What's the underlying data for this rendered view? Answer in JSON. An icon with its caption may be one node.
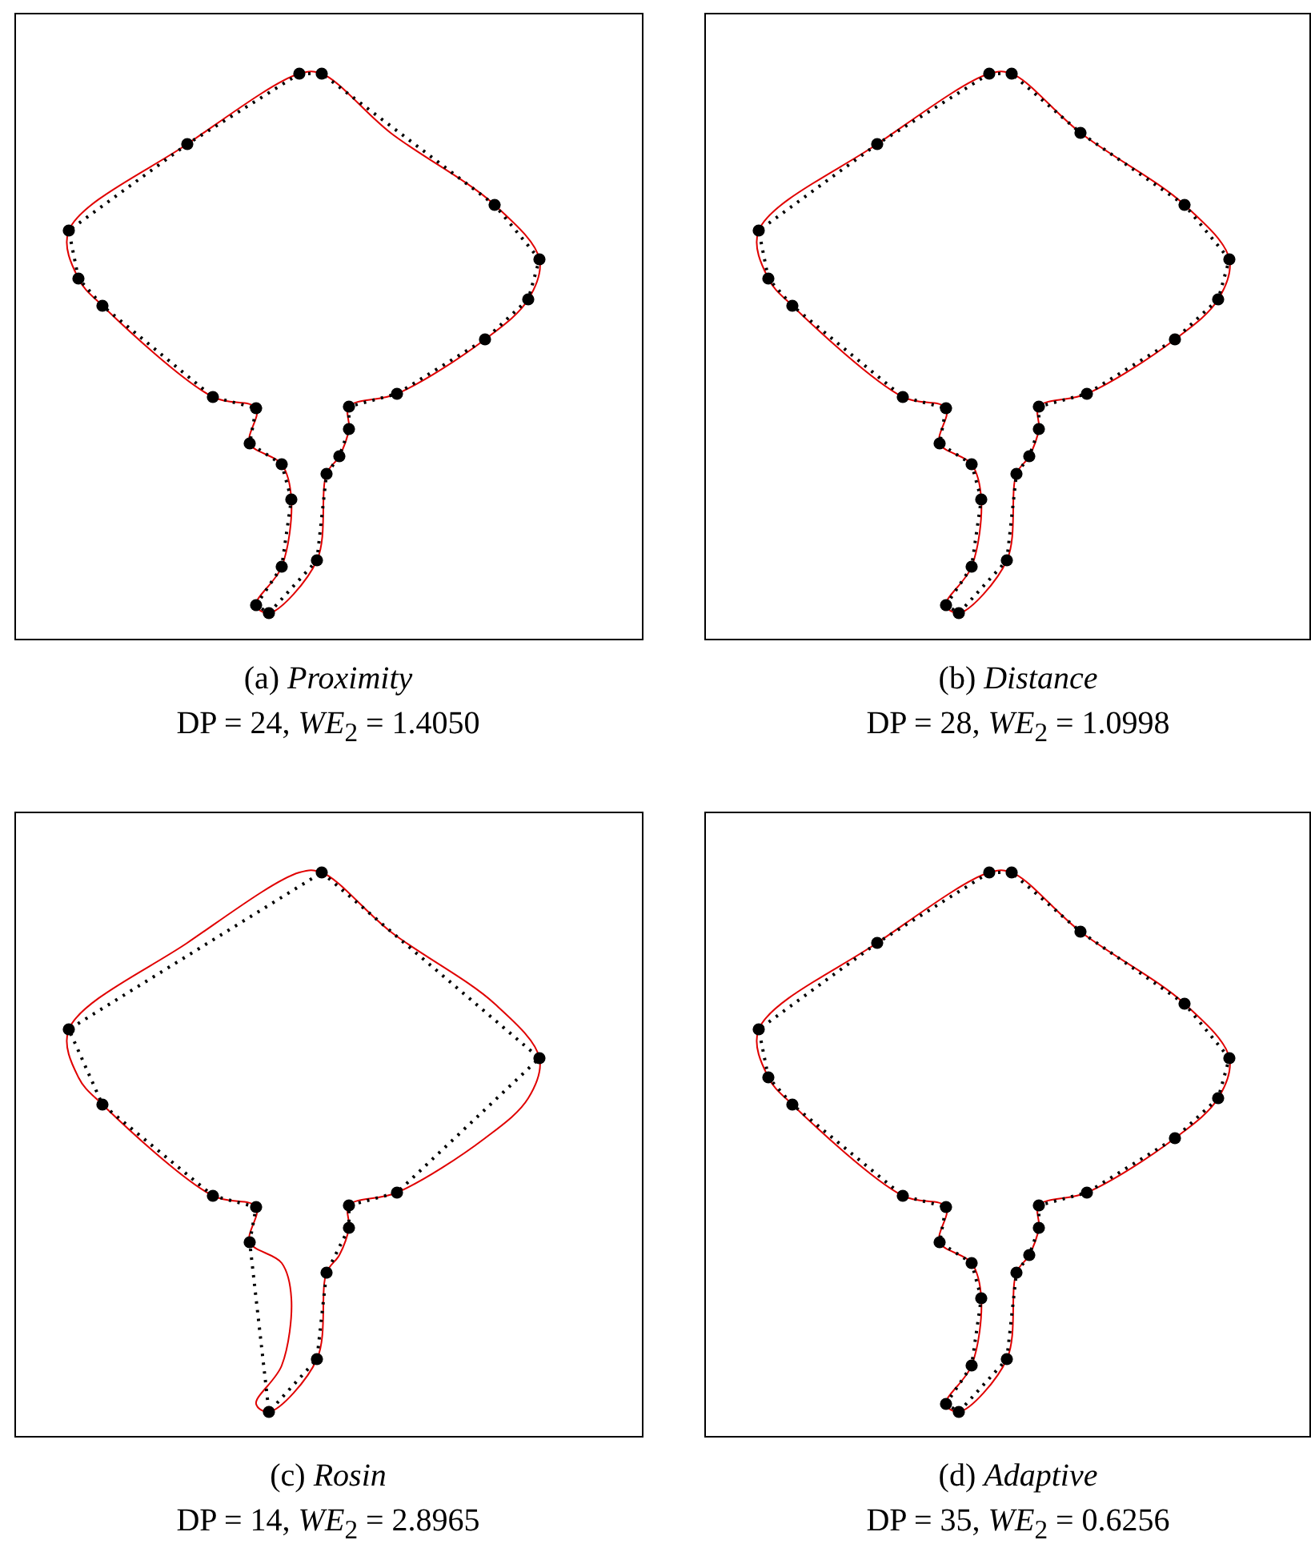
{
  "diagram": {
    "labels": [
      "(a) *Proximity*",
      "DP = 24, *WE*$_{2}$ = 1.4050",
      "(b) *Distance*",
      "DP = 28, *WE*$_{2}$ = 1.0998",
      "(c) *Rosin*",
      "DP = 14, *WE*$_{2}$ = 2.8965",
      "(d) *Adaptive*",
      "DP = 35, *WE*$_{2}$ = 0.6256"
    ]
  }
}
